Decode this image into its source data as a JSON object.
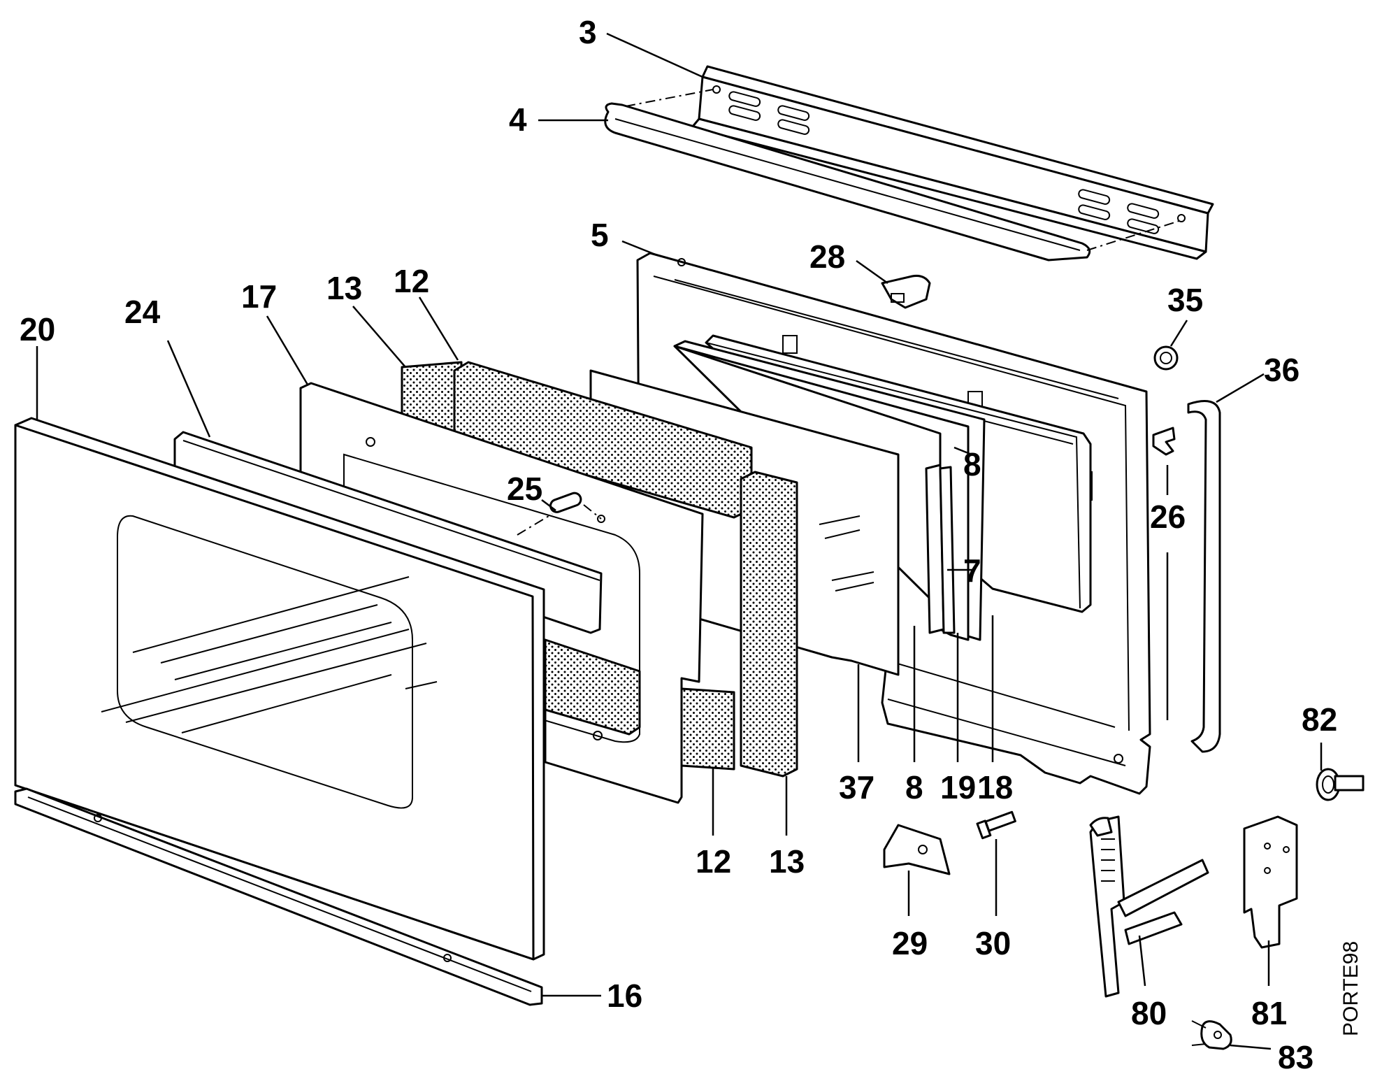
{
  "diagram": {
    "code": "PORTE98",
    "labels": [
      "3",
      "4",
      "5",
      "28",
      "35",
      "36",
      "26",
      "8",
      "7",
      "20",
      "24",
      "17",
      "13",
      "12",
      "25",
      "37",
      "8",
      "19",
      "18",
      "12",
      "13",
      "29",
      "30",
      "80",
      "81",
      "82",
      "83",
      "16"
    ]
  }
}
